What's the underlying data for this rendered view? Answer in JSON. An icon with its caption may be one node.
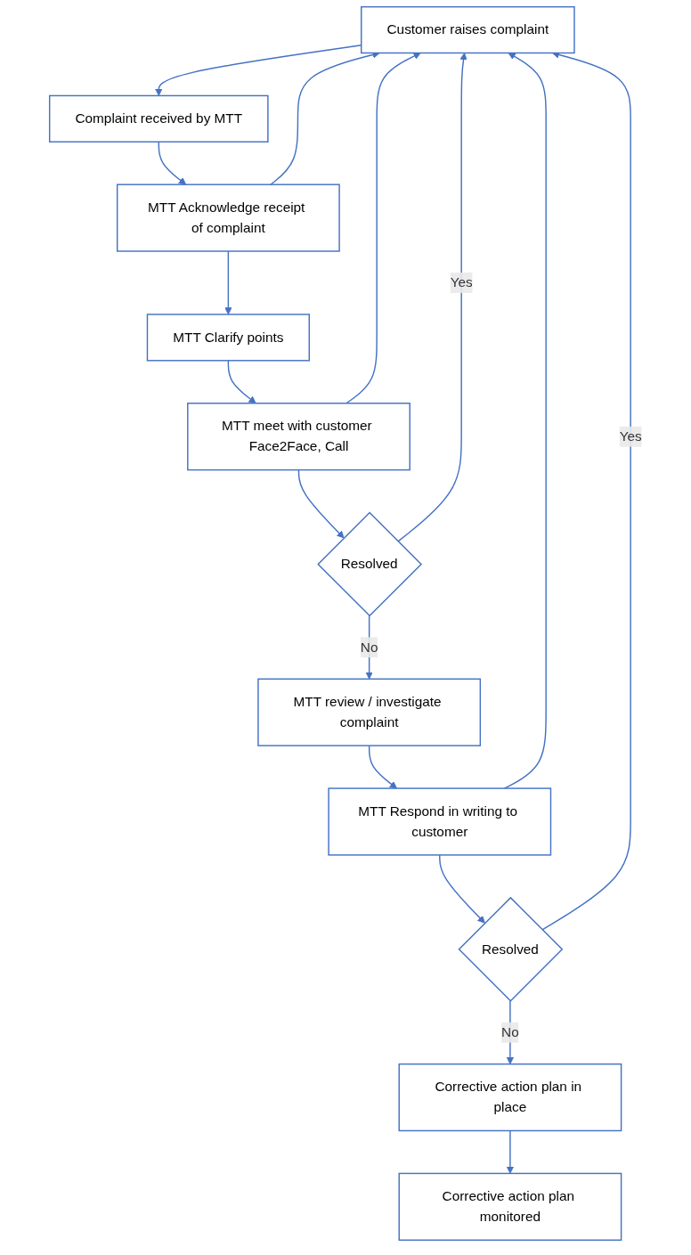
{
  "diagram": {
    "nodes": [
      {
        "text": [
          "Customer raises complaint"
        ]
      },
      {
        "text": [
          "Complaint received by MTT"
        ]
      },
      {
        "text": [
          "MTT Acknowledge receipt of complaint"
        ]
      },
      {
        "text": [
          "MTT Clarify points"
        ]
      },
      {
        "text": [
          "MTT meet with customer Face2Face, Call"
        ]
      },
      {
        "text": [
          "Resolved"
        ]
      },
      {
        "text": [
          "MTT review / investigate complaint"
        ]
      },
      {
        "text": [
          "MTT Respond in writing to customer"
        ]
      },
      {
        "text": [
          "Resolved"
        ]
      },
      {
        "text": [
          "Corrective action plan in place"
        ]
      },
      {
        "text": [
          "Corrective action plan monitored"
        ]
      }
    ],
    "edges": [
      {
        "from": 0,
        "to": 1,
        "arrow": "to"
      },
      {
        "from": 1,
        "to": 2,
        "arrow": "to"
      },
      {
        "from": 2,
        "to": 3,
        "arrow": "to"
      },
      {
        "from": 3,
        "to": 4,
        "arrow": "to"
      },
      {
        "from": 4,
        "to": 5,
        "arrow": "to"
      },
      {
        "from": 5,
        "to": 6,
        "arrow": "to",
        "label": "No"
      },
      {
        "from": 6,
        "to": 7,
        "arrow": "to"
      },
      {
        "from": 7,
        "to": 8,
        "arrow": "to"
      },
      {
        "from": 8,
        "to": 9,
        "arrow": "to",
        "label": "No"
      },
      {
        "from": 9,
        "to": 10,
        "arrow": "to"
      },
      {
        "from": 2,
        "to": 0,
        "arrow": "to"
      },
      {
        "from": 4,
        "to": 0,
        "arrow": "to"
      },
      {
        "from": 5,
        "to": 0,
        "arrow": "to",
        "label": "Yes"
      },
      {
        "from": 7,
        "to": 0,
        "arrow": "to"
      },
      {
        "from": 8,
        "to": 0,
        "arrow": "to",
        "label": "Yes"
      }
    ]
  }
}
